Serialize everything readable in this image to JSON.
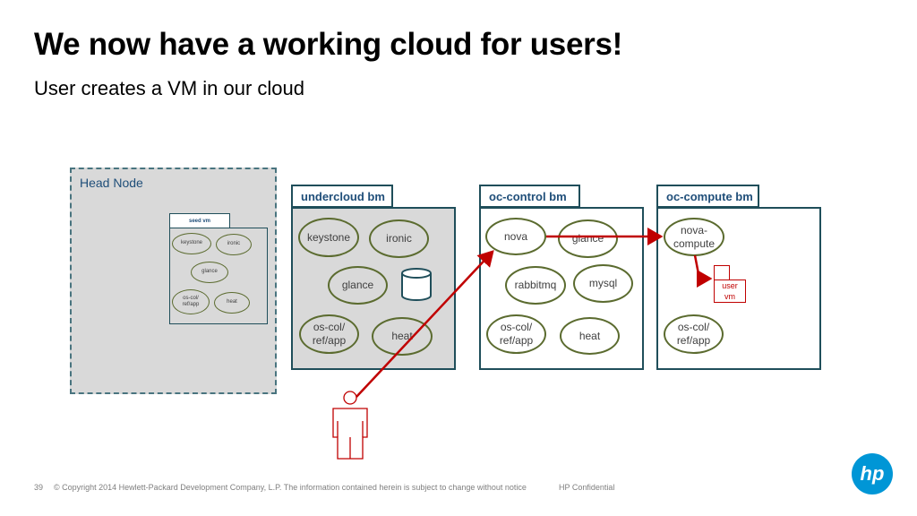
{
  "slide": {
    "title": "We now have a working cloud for users!",
    "subtitle": "User creates a VM in our cloud"
  },
  "head_node": {
    "label": "Head Node",
    "seed_vm": {
      "tab_label": "seed vm",
      "services": [
        "keystone",
        "ironic",
        "glance",
        "os-col/\nref/app",
        "heat"
      ]
    }
  },
  "undercloud": {
    "tab_label": "undercloud bm",
    "services": [
      "keystone",
      "ironic",
      "glance",
      "os-col/\nref/app",
      "heat"
    ]
  },
  "oc_control": {
    "tab_label": "oc-control bm",
    "services": [
      "nova",
      "glance",
      "rabbitmq",
      "mysql",
      "os-col/\nref/app",
      "heat"
    ]
  },
  "oc_compute": {
    "tab_label": "oc-compute bm",
    "services": [
      "nova-\ncompute",
      "os-col/\nref/app"
    ],
    "user_vm_label": "user\nvm"
  },
  "footer": {
    "page_number": "39",
    "copyright": "© Copyright 2014 Hewlett-Packard Development Company, L.P.  The information contained herein is subject to change without notice",
    "confidential": "HP Confidential"
  },
  "logo": {
    "text": "hp"
  },
  "colors": {
    "box_border": "#1f4e5a",
    "ellipse_border": "#5b6b2f",
    "arrow": "#c00000",
    "head_node_fill": "#d9d9d9",
    "logo_blue": "#0096d6"
  },
  "icons": {
    "user": "person-outline-icon",
    "database": "cylinder-icon"
  }
}
